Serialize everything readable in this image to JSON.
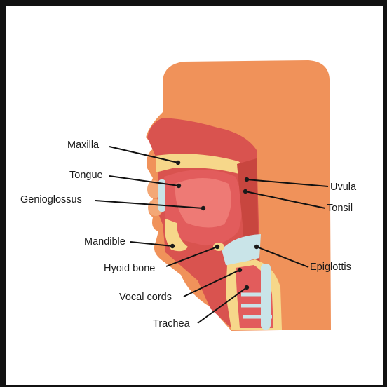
{
  "labels": {
    "maxilla": "Maxilla",
    "tongue": "Tongue",
    "genioglossus": "Genioglossus",
    "mandible": "Mandible",
    "hyoid_bone": "Hyoid bone",
    "vocal_cords": "Vocal cords",
    "trachea": "Trachea",
    "uvula": "Uvula",
    "tonsil": "Tonsil",
    "epiglottis": "Epiglottis"
  },
  "colors": {
    "skin": "#F0925A",
    "skin_light": "#F4A876",
    "tissue_dark": "#D9534F",
    "tongue": "#E25C5C",
    "tongue_light": "#EE7A75",
    "bone": "#F6D78A",
    "cartilage": "#C9E4E8",
    "pharynx": "#C8463F"
  }
}
